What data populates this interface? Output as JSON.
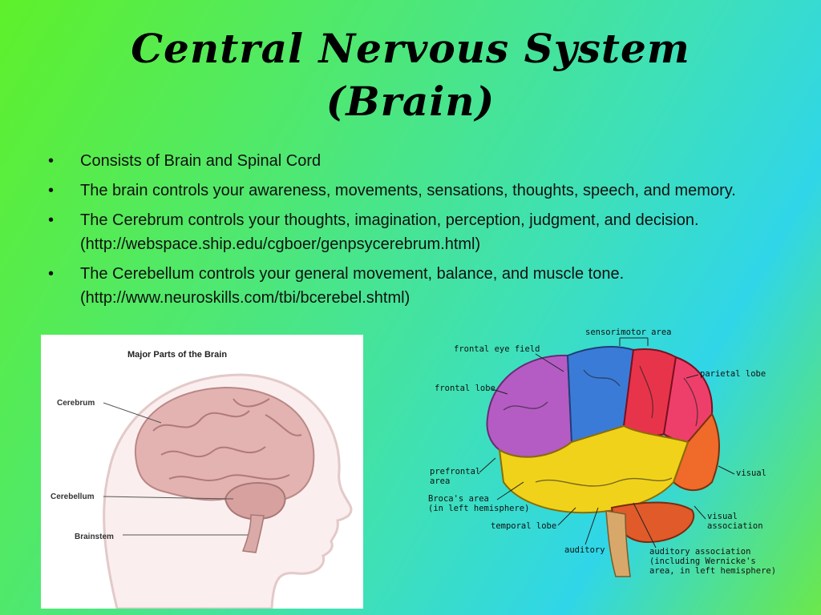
{
  "title_line1": "Central Nervous System",
  "title_line2": "(Brain)",
  "bullets": [
    "Consists of Brain and Spinal Cord",
    "The brain controls your awareness, movements, sensations, thoughts, speech, and memory.",
    "The Cerebrum controls your thoughts, imagination,  perception, judgment, and decision. (http://webspace.ship.edu/cgboer/genpsycerebrum.html)",
    "The Cerebellum controls your general movement, balance, and muscle tone. (http://www.neuroskills.com/tbi/bcerebel.shtml)"
  ],
  "bullet_symbol": "•",
  "left_figure": {
    "title": "Major Parts of the Brain",
    "labels": {
      "cerebrum": "Cerebrum",
      "cerebellum": "Cerebellum",
      "brainstem": "Brainstem"
    }
  },
  "right_figure": {
    "labels": {
      "sensorimotor": "sensorimotor area",
      "frontal_eye": "frontal eye field",
      "parietal": "parietal lobe",
      "frontal_lobe": "frontal lobe",
      "prefrontal_1": "prefrontal",
      "prefrontal_2": "area",
      "brocas_1": "Broca's area",
      "brocas_2": "(in left hemisphere)",
      "visual": "visual",
      "visual_assoc_1": "visual",
      "visual_assoc_2": "association",
      "temporal": "temporal lobe",
      "auditory": "auditory",
      "aud_assoc_1": "auditory association",
      "aud_assoc_2": "(including Wernicke's",
      "aud_assoc_3": "area, in left hemisphere)"
    }
  }
}
